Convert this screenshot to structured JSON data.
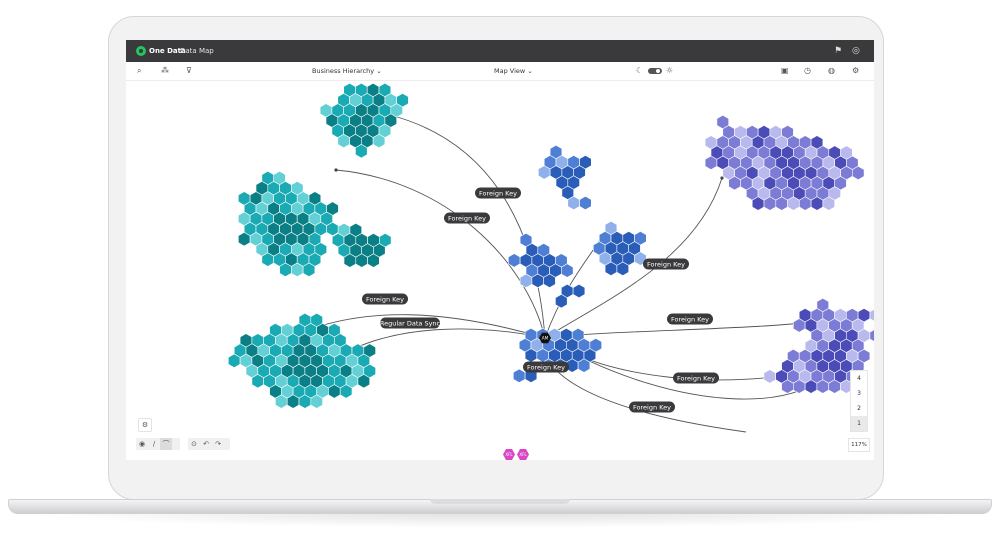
{
  "app": {
    "brand": "One Data",
    "title": "Data Map"
  },
  "toolbar": {
    "hierarchy_select": "Business Hierarchy",
    "view_select": "Map View"
  },
  "zoom": {
    "levels": [
      "4",
      "3",
      "2",
      "1"
    ],
    "selected": "1",
    "percent": "117%"
  },
  "connection_labels": {
    "fk": "Foreign Key",
    "rds": "Regular Data Sync",
    "hub": "AM"
  },
  "badges": {
    "xfl": "XFL"
  },
  "colors": {
    "teal_dark": "#0a7f86",
    "teal_mid": "#1aaab3",
    "teal_light": "#63d0d6",
    "blue_dark": "#2a5db8",
    "blue_mid": "#4f7fd4",
    "blue_light": "#8fb0ea",
    "purple_dark": "#4c4cb8",
    "purple_mid": "#7c7cd6",
    "purple_light": "#b9b9ee",
    "pink": "#d946c6"
  },
  "icons": {
    "search": "search-icon",
    "filter": "filter-icon",
    "settings": "gear-icon",
    "moon": "moon-icon",
    "sun": "sun-icon"
  }
}
